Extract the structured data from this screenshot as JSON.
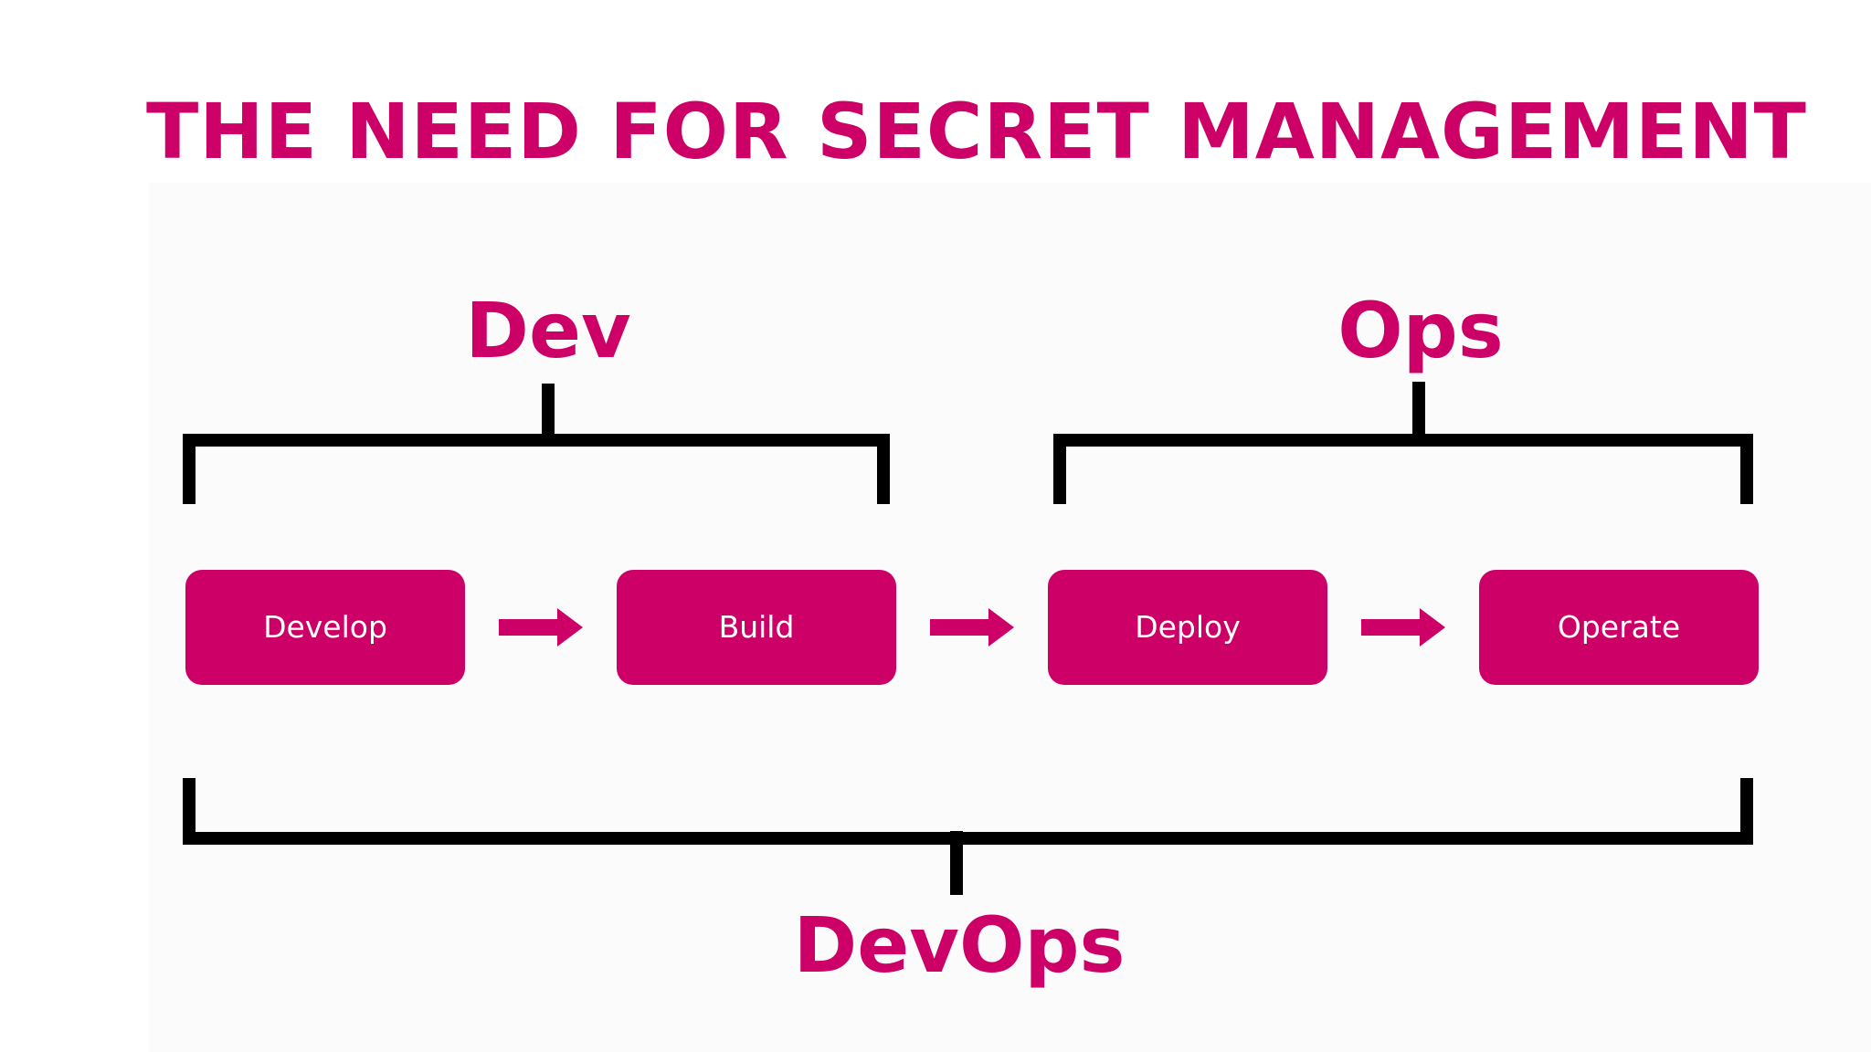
{
  "slide": {
    "title": "THE NEED FOR SECRET MANAGEMENT"
  },
  "groups": {
    "dev": "Dev",
    "ops": "Ops",
    "devops": "DevOps"
  },
  "steps": [
    {
      "label": "Develop"
    },
    {
      "label": "Build"
    },
    {
      "label": "Deploy"
    },
    {
      "label": "Operate"
    }
  ],
  "colors": {
    "accent": "#cc0066",
    "bracket": "#000000",
    "step_text": "#ffffff",
    "background": "#ffffff"
  },
  "icons": {
    "flow_arrow": "right-arrow-icon"
  }
}
